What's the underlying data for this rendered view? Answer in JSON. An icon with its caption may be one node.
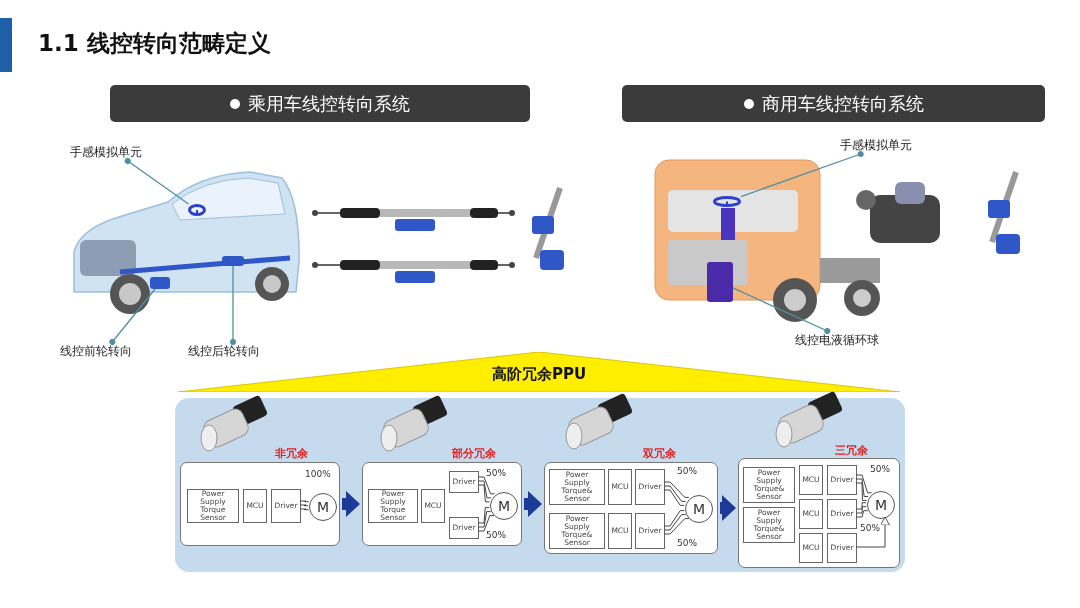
{
  "diagram": {
    "title": "1.1 线控转向范畴定义",
    "nodes": [
      {
        "text": [
          "乘用车线控转向系统"
        ]
      },
      {
        "text": [
          "商用车线控转向系统"
        ]
      },
      {
        "text": [
          "手感模拟单元"
        ]
      },
      {
        "text": [
          "线控前轮转向"
        ]
      },
      {
        "text": [
          "线控后轮转向"
        ]
      },
      {
        "text": [
          "手感模拟单元"
        ]
      },
      {
        "text": [
          "线控电液循环球"
        ]
      },
      {
        "text": [
          "高阶冗余PPU"
        ]
      },
      {
        "text": [],
        "shape": "box"
      },
      {
        "text": [],
        "shape": "box",
        "in": 8,
        "beside": [
          "非冗余"
        ]
      },
      {
        "text": [
          "Power Supply Torque Sensor"
        ],
        "in": 9
      },
      {
        "text": [
          "MCU"
        ],
        "in": 9
      },
      {
        "text": [
          "Driver"
        ],
        "in": 9
      },
      {
        "text": [
          "M"
        ],
        "in": 9
      },
      {
        "text": [],
        "shape": "box",
        "in": 8,
        "beside": [
          "部分冗余"
        ]
      },
      {
        "text": [
          "Power Supply Torque Sensor"
        ],
        "in": 14
      },
      {
        "text": [
          "MCU"
        ],
        "in": 14
      },
      {
        "text": [
          "Driver"
        ],
        "in": 14
      },
      {
        "text": [
          "Driver"
        ],
        "in": 14
      },
      {
        "text": [
          "M"
        ],
        "in": 14
      },
      {
        "text": [],
        "shape": "box",
        "in": 8,
        "beside": [
          "双冗余"
        ]
      },
      {
        "text": [
          "Power Supply Torque& Sensor"
        ],
        "in": 20
      },
      {
        "text": [
          "MCU"
        ],
        "in": 20
      },
      {
        "text": [
          "Driver"
        ],
        "in": 20
      },
      {
        "text": [
          "Power Supply Torque& Sensor"
        ],
        "in": 20
      },
      {
        "text": [
          "MCU"
        ],
        "in": 20
      },
      {
        "text": [
          "Driver"
        ],
        "in": 20
      },
      {
        "text": [
          "M"
        ],
        "in": 20
      },
      {
        "text": [],
        "shape": "box",
        "in": 8,
        "beside": [
          "三冗余"
        ]
      },
      {
        "text": [
          "Power Supply Torque& Sensor"
        ],
        "in": 28
      },
      {
        "text": [
          "MCU"
        ],
        "in": 28
      },
      {
        "text": [
          "Driver"
        ],
        "in": 28
      },
      {
        "text": [
          "Power Supply Torque& Sensor"
        ],
        "in": 28
      },
      {
        "text": [
          "MCU"
        ],
        "in": 28
      },
      {
        "text": [
          "Driver"
        ],
        "in": 28
      },
      {
        "text": [
          "MCU"
        ],
        "in": 28
      },
      {
        "text": [
          "Driver"
        ],
        "in": 28
      },
      {
        "text": [
          "M"
        ],
        "in": 28
      },
      {
        "text": [],
        "shape": "picture"
      },
      {
        "text": [],
        "shape": "box"
      },
      {
        "text": [],
        "shape": "box"
      },
      {
        "text": [],
        "shape": "picture"
      },
      {
        "text": [],
        "shape": "box"
      }
    ],
    "edges": [
      {
        "from": 2,
        "to": 38,
        "arrow": "other",
        "color": "#4f8fa0"
      },
      {
        "from": 3,
        "to": 39,
        "arrow": "other",
        "color": "#4f8fa0"
      },
      {
        "from": 4,
        "to": 40,
        "arrow": "other",
        "color": "#4f8fa0"
      },
      {
        "from": 5,
        "to": 41,
        "arrow": "other",
        "color": "#4f8fa0"
      },
      {
        "from": 6,
        "to": 42,
        "arrow": "other",
        "color": "#4f8fa0"
      },
      {
        "from": 12,
        "to": 13,
        "arrow": "none"
      },
      {
        "from": 12,
        "to": 13,
        "arrow": "none"
      },
      {
        "from": 12,
        "to": 13,
        "arrow": "none"
      },
      {
        "from": 17,
        "to": 19,
        "arrow": "none"
      },
      {
        "from": 17,
        "to": 19,
        "arrow": "none"
      },
      {
        "from": 17,
        "to": 19,
        "arrow": "none"
      },
      {
        "from": 18,
        "to": 19,
        "arrow": "none"
      },
      {
        "from": 18,
        "to": 19,
        "arrow": "none"
      },
      {
        "from": 18,
        "to": 19,
        "arrow": "none"
      },
      {
        "from": 23,
        "to": 27,
        "arrow": "none"
      },
      {
        "from": 23,
        "to": 27,
        "arrow": "none"
      },
      {
        "from": 23,
        "to": 27,
        "arrow": "none"
      },
      {
        "from": 26,
        "to": 27,
        "arrow": "none"
      },
      {
        "from": 26,
        "to": 27,
        "arrow": "none"
      },
      {
        "from": 26,
        "to": 27,
        "arrow": "none"
      },
      {
        "from": 31,
        "to": 37,
        "arrow": "none"
      },
      {
        "from": 31,
        "to": 37,
        "arrow": "none"
      },
      {
        "from": 31,
        "to": 37,
        "arrow": "none"
      },
      {
        "from": 34,
        "to": 37,
        "arrow": "none"
      },
      {
        "from": 34,
        "to": 37,
        "arrow": "none"
      },
      {
        "from": 34,
        "to": 37,
        "arrow": "none"
      },
      {
        "from": 36,
        "to": 37,
        "arrow": "to"
      },
      {
        "from": 9,
        "to": 14,
        "arrow": "to",
        "style": "thick"
      },
      {
        "from": 14,
        "to": 20,
        "arrow": "to",
        "style": "thick"
      },
      {
        "from": 20,
        "to": 28,
        "arrow": "to",
        "style": "thick"
      }
    ],
    "labels": [
      "100%",
      "50%",
      "50%",
      "50%",
      "50%",
      "50%",
      "50%"
    ]
  }
}
